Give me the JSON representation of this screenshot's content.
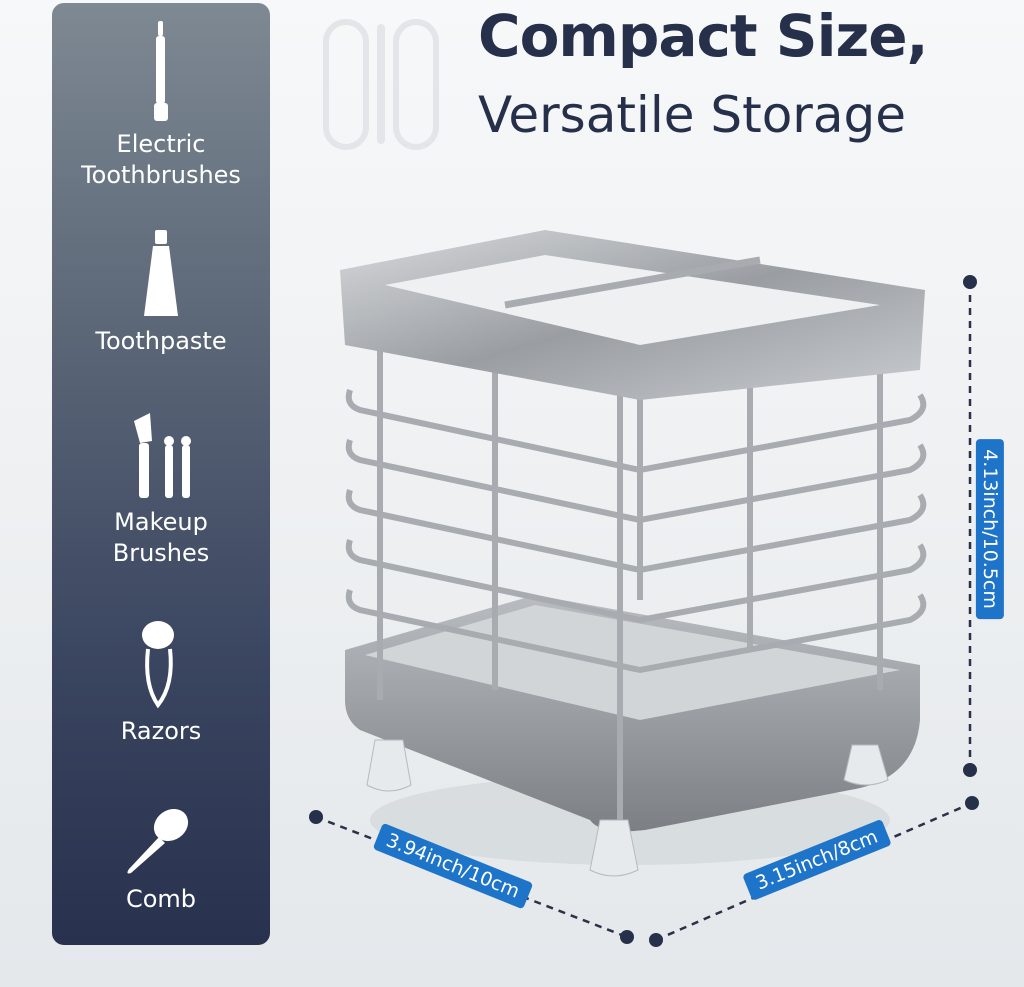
{
  "heading": {
    "line1": "Compact Size,",
    "line2": "Versatile Storage"
  },
  "features": [
    {
      "label": "Electric Toothbrushes",
      "icon": "electric-toothbrush-icon"
    },
    {
      "label": "Toothpaste",
      "icon": "toothpaste-icon"
    },
    {
      "label": "Makeup Brushes",
      "icon": "makeup-brushes-icon"
    },
    {
      "label": "Razors",
      "icon": "razor-icon"
    },
    {
      "label": "Comb",
      "icon": "comb-icon"
    }
  ],
  "dimensions": {
    "width": "3.94inch/10cm",
    "depth": "3.15inch/8cm",
    "height": "4.13inch/10.5cm"
  },
  "colors": {
    "accent": "#1d74c8",
    "sidebar_top": "#7e8993",
    "sidebar_bottom": "#28314d",
    "heading": "#27304a"
  },
  "logo_text": "010"
}
